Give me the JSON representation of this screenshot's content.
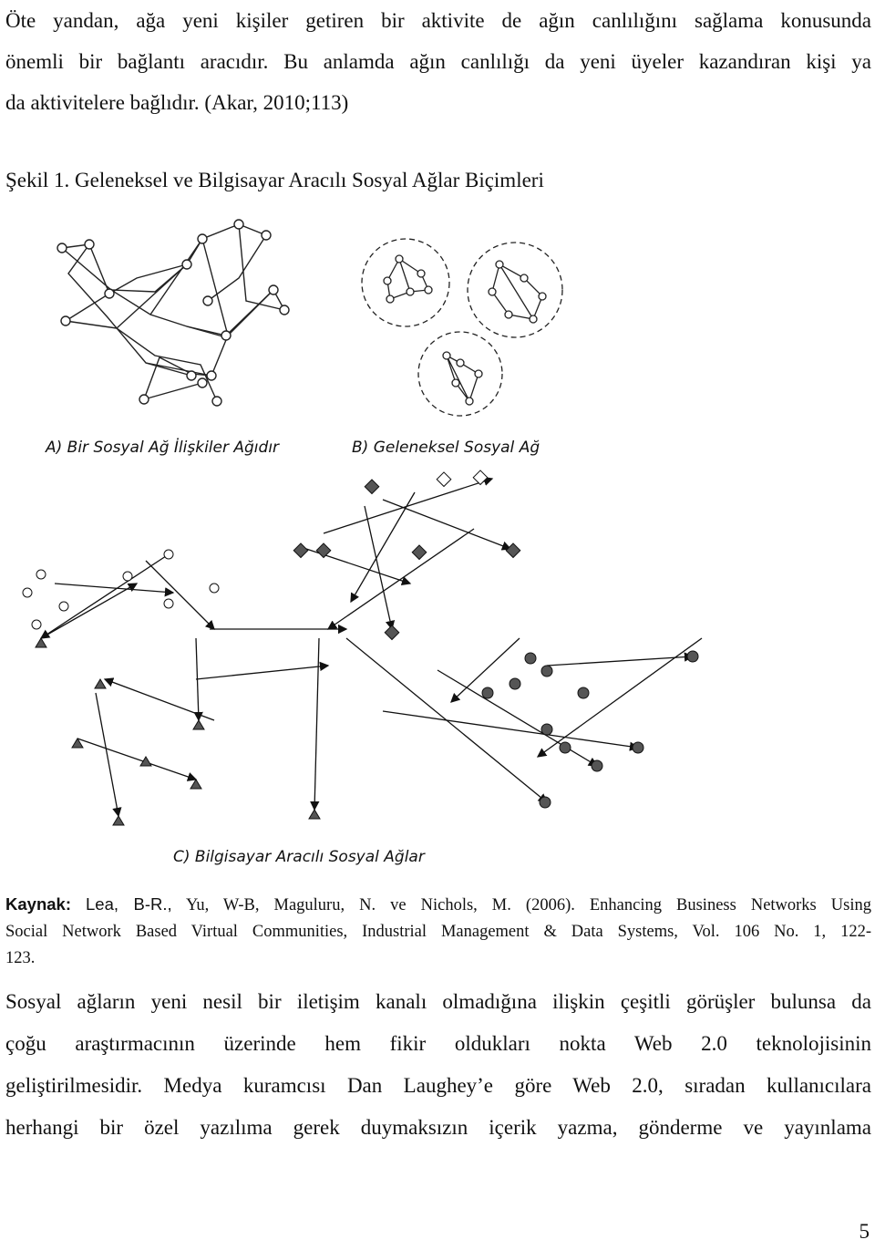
{
  "intro_paragraph": {
    "lines": [
      "Öte yandan, ağa yeni kişiler getiren bir aktivite de ağın canlılığını sağlama konusunda",
      "önemli bir bağlantı aracıdır. Bu anlamda ağın canlılığı da yeni üyeler kazandıran kişi ya",
      "da aktivitelere bağlıdır. (Akar, 2010;113)"
    ]
  },
  "figure": {
    "caption": "Şekil 1. Geleneksel ve Bilgisayar Aracılı Sosyal Ağlar Biçimleri",
    "panel_a_label": "A) Bir Sosyal Ağ İlişkiler Ağıdır",
    "panel_b_label": "B) Geleneksel Sosyal Ağ",
    "panel_c_label": "C) Bilgisayar Aracılı Sosyal Ağlar"
  },
  "source": {
    "label": "Kaynak:",
    "authors": "Lea, B-R.,",
    "line1_rest": "Yu, W-B, Maguluru, N. ve Nichols, M. (2006). Enhancing Business Networks Using",
    "line2": "Social Network Based Virtual Communities, Industrial Management & Data Systems, Vol. 106 No. 1, 122-",
    "line3": "123."
  },
  "body_paragraph": {
    "lines": [
      "Sosyal ağların yeni nesil bir iletişim kanalı olmadığına ilişkin çeşitli görüşler bulunsa da",
      "çoğu araştırmacının üzerinde hem fikir oldukları nokta Web 2.0 teknolojisinin",
      "geliştirilmesidir. Medya kuramcısı Dan Laughey’e göre Web 2.0, sıradan kullanıcılara",
      "herhangi bir özel yazılıma gerek duymaksızın içerik yazma, gönderme ve yayınlama"
    ]
  },
  "page_number": "5"
}
